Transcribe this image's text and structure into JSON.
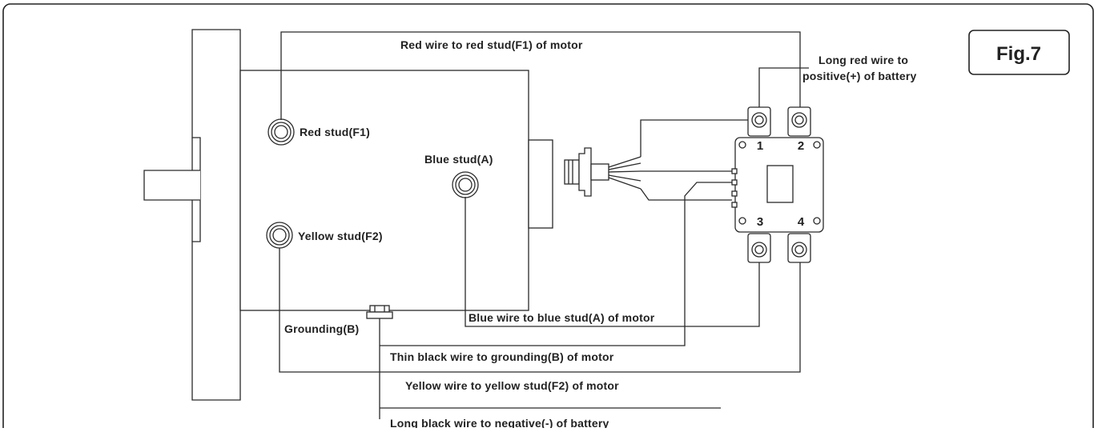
{
  "figure": {
    "label": "Fig.7"
  },
  "colors": {
    "line": "#2a2a2a",
    "frame": "#222222",
    "background": "#ffffff"
  },
  "motor": {
    "studs": {
      "red": "Red stud(F1)",
      "yellow": "Yellow stud(F2)",
      "blue": "Blue stud(A)"
    },
    "grounding": "Grounding(B)"
  },
  "solenoid": {
    "terminals": [
      "1",
      "2",
      "3",
      "4"
    ]
  },
  "wires": {
    "red": "Red wire to red stud(F1) of motor",
    "long_red": [
      "Long red wire to",
      "positive(+) of battery"
    ],
    "blue": "Blue wire to blue stud(A) of motor",
    "thin_black": "Thin black wire to grounding(B) of motor",
    "yellow": "Yellow wire to yellow stud(F2) of motor",
    "long_black": "Long black wire to negative(-) of battery"
  }
}
